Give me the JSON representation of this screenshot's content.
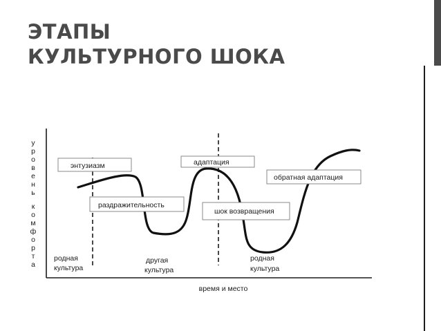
{
  "slide": {
    "title_line1": "ЭТАПЫ",
    "title_line2": "КУЛЬТУРНОГО ШОКА"
  },
  "diagram": {
    "y_axis_label": [
      "у",
      "р",
      "о",
      "в",
      "е",
      "н",
      "ь",
      " ",
      "к",
      "о",
      "м",
      "ф",
      "о",
      "р",
      "т",
      "а"
    ],
    "x_axis_label": "время и место",
    "stages": {
      "enthusiasm": "энтузиазм",
      "irritation": "раздражительность",
      "adaptation": "адаптация",
      "return_shock": "шок возвращения",
      "reverse_adaptation": "обратная адаптация"
    },
    "cultures": {
      "home1_line1": "родная",
      "home1_line2": "культура",
      "other_line1": "другая",
      "other_line2": "культура",
      "home2_line1": "родная",
      "home2_line2": "культура"
    }
  }
}
